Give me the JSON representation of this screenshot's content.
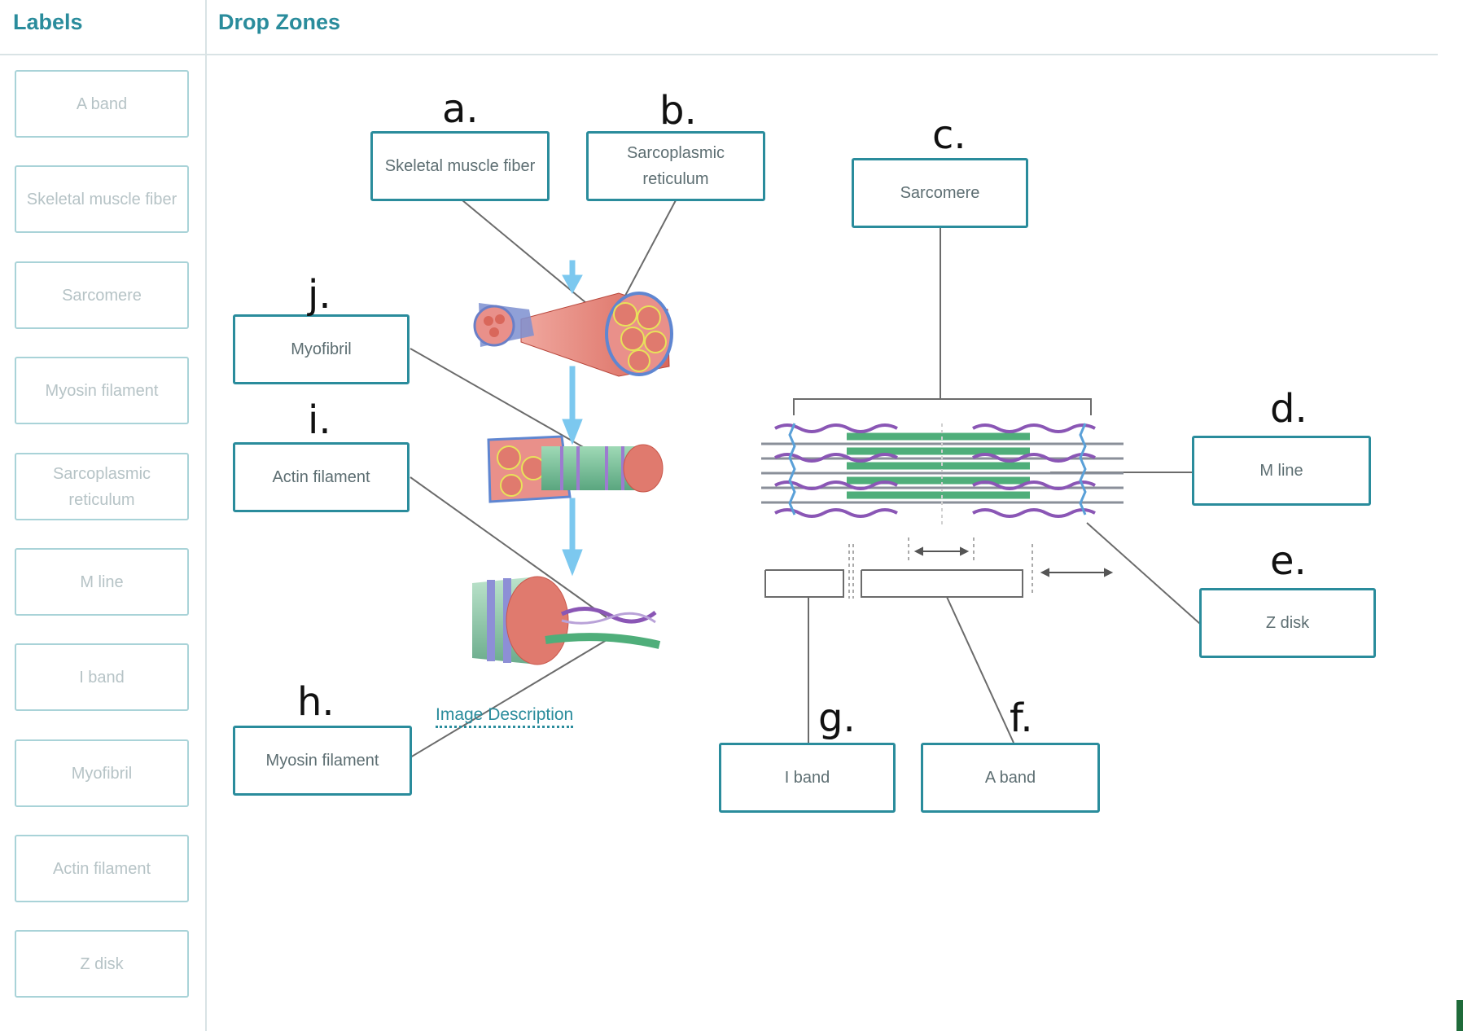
{
  "header": {
    "labels_title": "Labels",
    "dropzones_title": "Drop Zones"
  },
  "labels": [
    "A band",
    "Skeletal muscle fiber",
    "Sarcomere",
    "Myosin filament",
    "Sarcoplasmic reticulum",
    "M line",
    "I band",
    "Myofibril",
    "Actin filament",
    "Z disk"
  ],
  "zones": {
    "a": {
      "marker": "a.",
      "text": "Skeletal muscle fiber"
    },
    "b": {
      "marker": "b.",
      "text": "Sarcoplasmic reticulum"
    },
    "c": {
      "marker": "c.",
      "text": "Sarcomere"
    },
    "d": {
      "marker": "d.",
      "text": "M line"
    },
    "e": {
      "marker": "e.",
      "text": "Z disk"
    },
    "f": {
      "marker": "f.",
      "text": "A band"
    },
    "g": {
      "marker": "g.",
      "text": "I band"
    },
    "h": {
      "marker": "h.",
      "text": "Myosin filament"
    },
    "i": {
      "marker": "i.",
      "text": "Actin filament"
    },
    "j": {
      "marker": "j.",
      "text": "Myofibril"
    }
  },
  "image_description_link": "Image Description",
  "colors": {
    "accent": "#2a8c9c",
    "tile_border": "#a9d3d8",
    "muscle": "#e07a6e",
    "actin": "#4fae7a",
    "myosin": "#8a56b5",
    "sr": "#e8e25a",
    "arrow": "#7cc8ef"
  },
  "icons": {
    "arrow": "down-arrow-icon"
  }
}
